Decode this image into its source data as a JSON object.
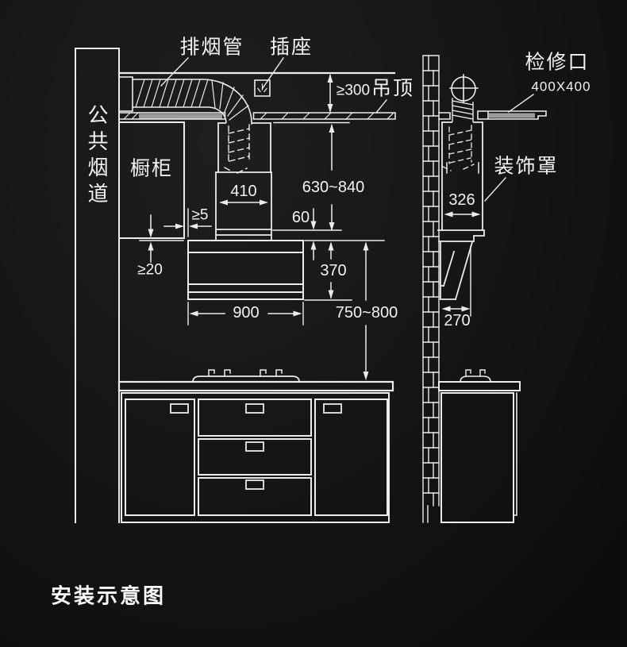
{
  "title": "安装示意图",
  "colors": {
    "background": "#141414",
    "line": "#ececec",
    "panel_gray": "#9c9c9c"
  },
  "labels": {
    "exhaust_pipe": "排烟管",
    "socket": "插座",
    "ceiling": "吊顶",
    "public_flue": "公共烟道",
    "cabinet": "橱柜",
    "inspection_port": "检修口",
    "inspection_port_size": "400X400",
    "decorative_cover": "装饰罩"
  },
  "dimensions": {
    "ceiling_min_clearance": "≥300",
    "duct_outlet_width": "410",
    "hood_top_to_ceiling": "630~840",
    "top_panel_height": "60",
    "hood_body_height": "370",
    "hood_width": "900",
    "hood_to_cooktop": "750~800",
    "cabinet_side_gap": "≥5",
    "cabinet_bottom_gap": "≥20",
    "cover_width": "326",
    "cover_depth": "270"
  }
}
